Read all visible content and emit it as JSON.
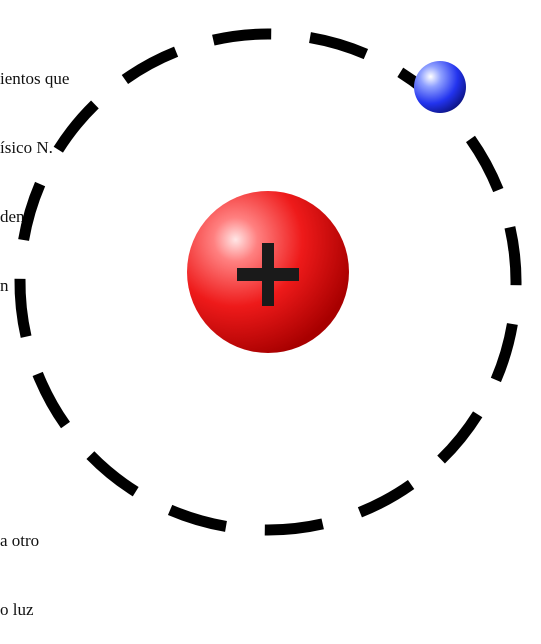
{
  "text_fragments": {
    "top": [
      "ientos que",
      "ísico N.",
      "den",
      "n"
    ],
    "bottom": [
      "a otro",
      "o luz"
    ]
  },
  "atom": {
    "nucleus_sign": "+",
    "colors": {
      "orbit": "#000000",
      "nucleus": "#e81010",
      "electron": "#2233ee"
    },
    "icons": [
      "proton-nucleus",
      "electron",
      "orbit-ring"
    ]
  }
}
